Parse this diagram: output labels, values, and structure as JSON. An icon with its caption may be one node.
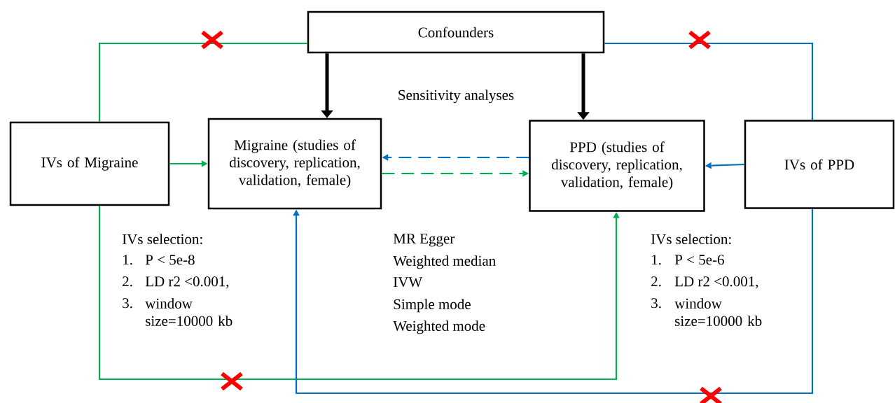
{
  "diagram": {
    "nodes": [
      {
        "text": [
          "Confounders"
        ]
      },
      {
        "text": [
          "IVs of Migraine"
        ]
      },
      {
        "text": [
          "Migraine (studies of discovery, replication, validation, female)"
        ]
      },
      {
        "text": [
          "PPD (studies of discovery, replication, validation, female)"
        ]
      },
      {
        "text": [
          "IVs of PPD"
        ]
      }
    ],
    "edges": [
      {
        "from": 1,
        "to": 0,
        "arrow": "none",
        "color": "#00b050"
      },
      {
        "from": 4,
        "to": 0,
        "arrow": "none",
        "color": "#0070c0"
      },
      {
        "from": 0,
        "to": 2,
        "arrow": "to",
        "style": "thick",
        "color": "#000000"
      },
      {
        "from": 0,
        "to": 3,
        "arrow": "to",
        "style": "thick",
        "color": "#000000"
      },
      {
        "from": 1,
        "to": 2,
        "arrow": "to",
        "color": "#00b050"
      },
      {
        "from": 3,
        "to": 2,
        "arrow": "to",
        "style": "dashed",
        "color": "#0070c0"
      },
      {
        "from": 2,
        "to": 3,
        "arrow": "to",
        "style": "dashed",
        "color": "#00b050"
      },
      {
        "from": 4,
        "to": 3,
        "arrow": "to",
        "color": "#0070c0"
      },
      {
        "from": 1,
        "to": 3,
        "arrow": "to",
        "color": "#00b050"
      },
      {
        "from": 4,
        "to": 2,
        "arrow": "to",
        "color": "#0070c0"
      }
    ],
    "labels": [
      "Sensitivity analyses",
      "IVs selection:",
      "1.",
      "P < 5e-8",
      "2.",
      "LD r2 <0.001,",
      "3.",
      "window size=10000 kb",
      "MR Egger",
      "Weighted median",
      "IVW",
      "Simple mode",
      "Weighted mode",
      "IVs selection:",
      "1.",
      "P < 5e-6",
      "2.",
      "LD r2 <0.001,",
      "3.",
      "window size=10000 kb"
    ]
  }
}
